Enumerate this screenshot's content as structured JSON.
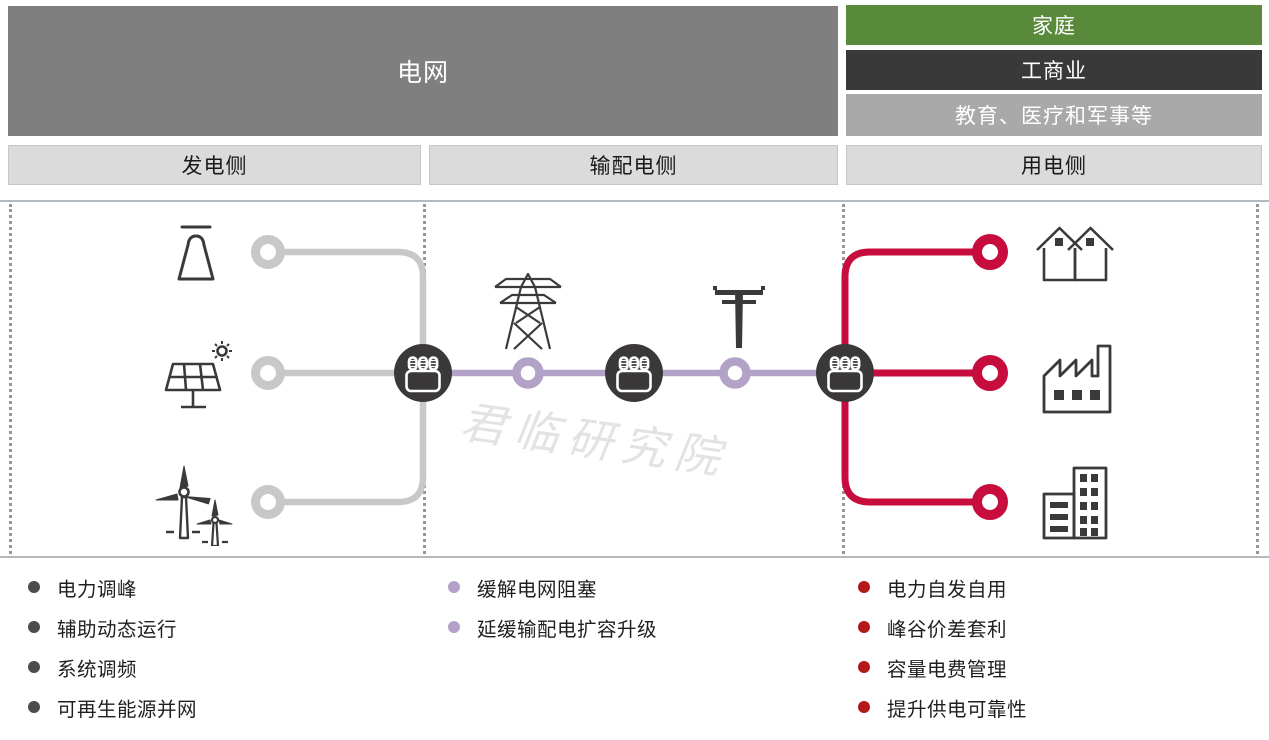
{
  "header": {
    "grid_label": "电网",
    "user_segments": [
      {
        "label": "家庭",
        "color": "#598a3b"
      },
      {
        "label": "工商业",
        "color": "#393939"
      },
      {
        "label": "教育、医疗和军事等",
        "color": "#a9a9a9"
      }
    ],
    "sections": [
      {
        "label": "发电侧"
      },
      {
        "label": "输配电侧"
      },
      {
        "label": "用电侧"
      }
    ]
  },
  "diagram": {
    "watermark": "君临研究院",
    "icons": [
      "cooling-tower-icon",
      "solar-panel-icon",
      "wind-turbine-icon",
      "battery-storage-icon",
      "transmission-tower-icon",
      "utility-pole-icon",
      "houses-icon",
      "factory-icon",
      "office-building-icon"
    ],
    "colors": {
      "generation_line": "#c8c8c8",
      "transmission_line": "#b3a2c8",
      "consumption_line": "#c60d3e",
      "storage_node": "#3b383a"
    }
  },
  "benefits": {
    "generation": {
      "items": [
        "电力调峰",
        "辅助动态运行",
        "系统调频",
        "可再生能源并网"
      ]
    },
    "transmission": {
      "items": [
        "缓解电网阻塞",
        "延缓输配电扩容升级"
      ]
    },
    "consumption": {
      "items": [
        "电力自发自用",
        "峰谷价差套利",
        "容量电费管理",
        "提升供电可靠性"
      ]
    }
  }
}
